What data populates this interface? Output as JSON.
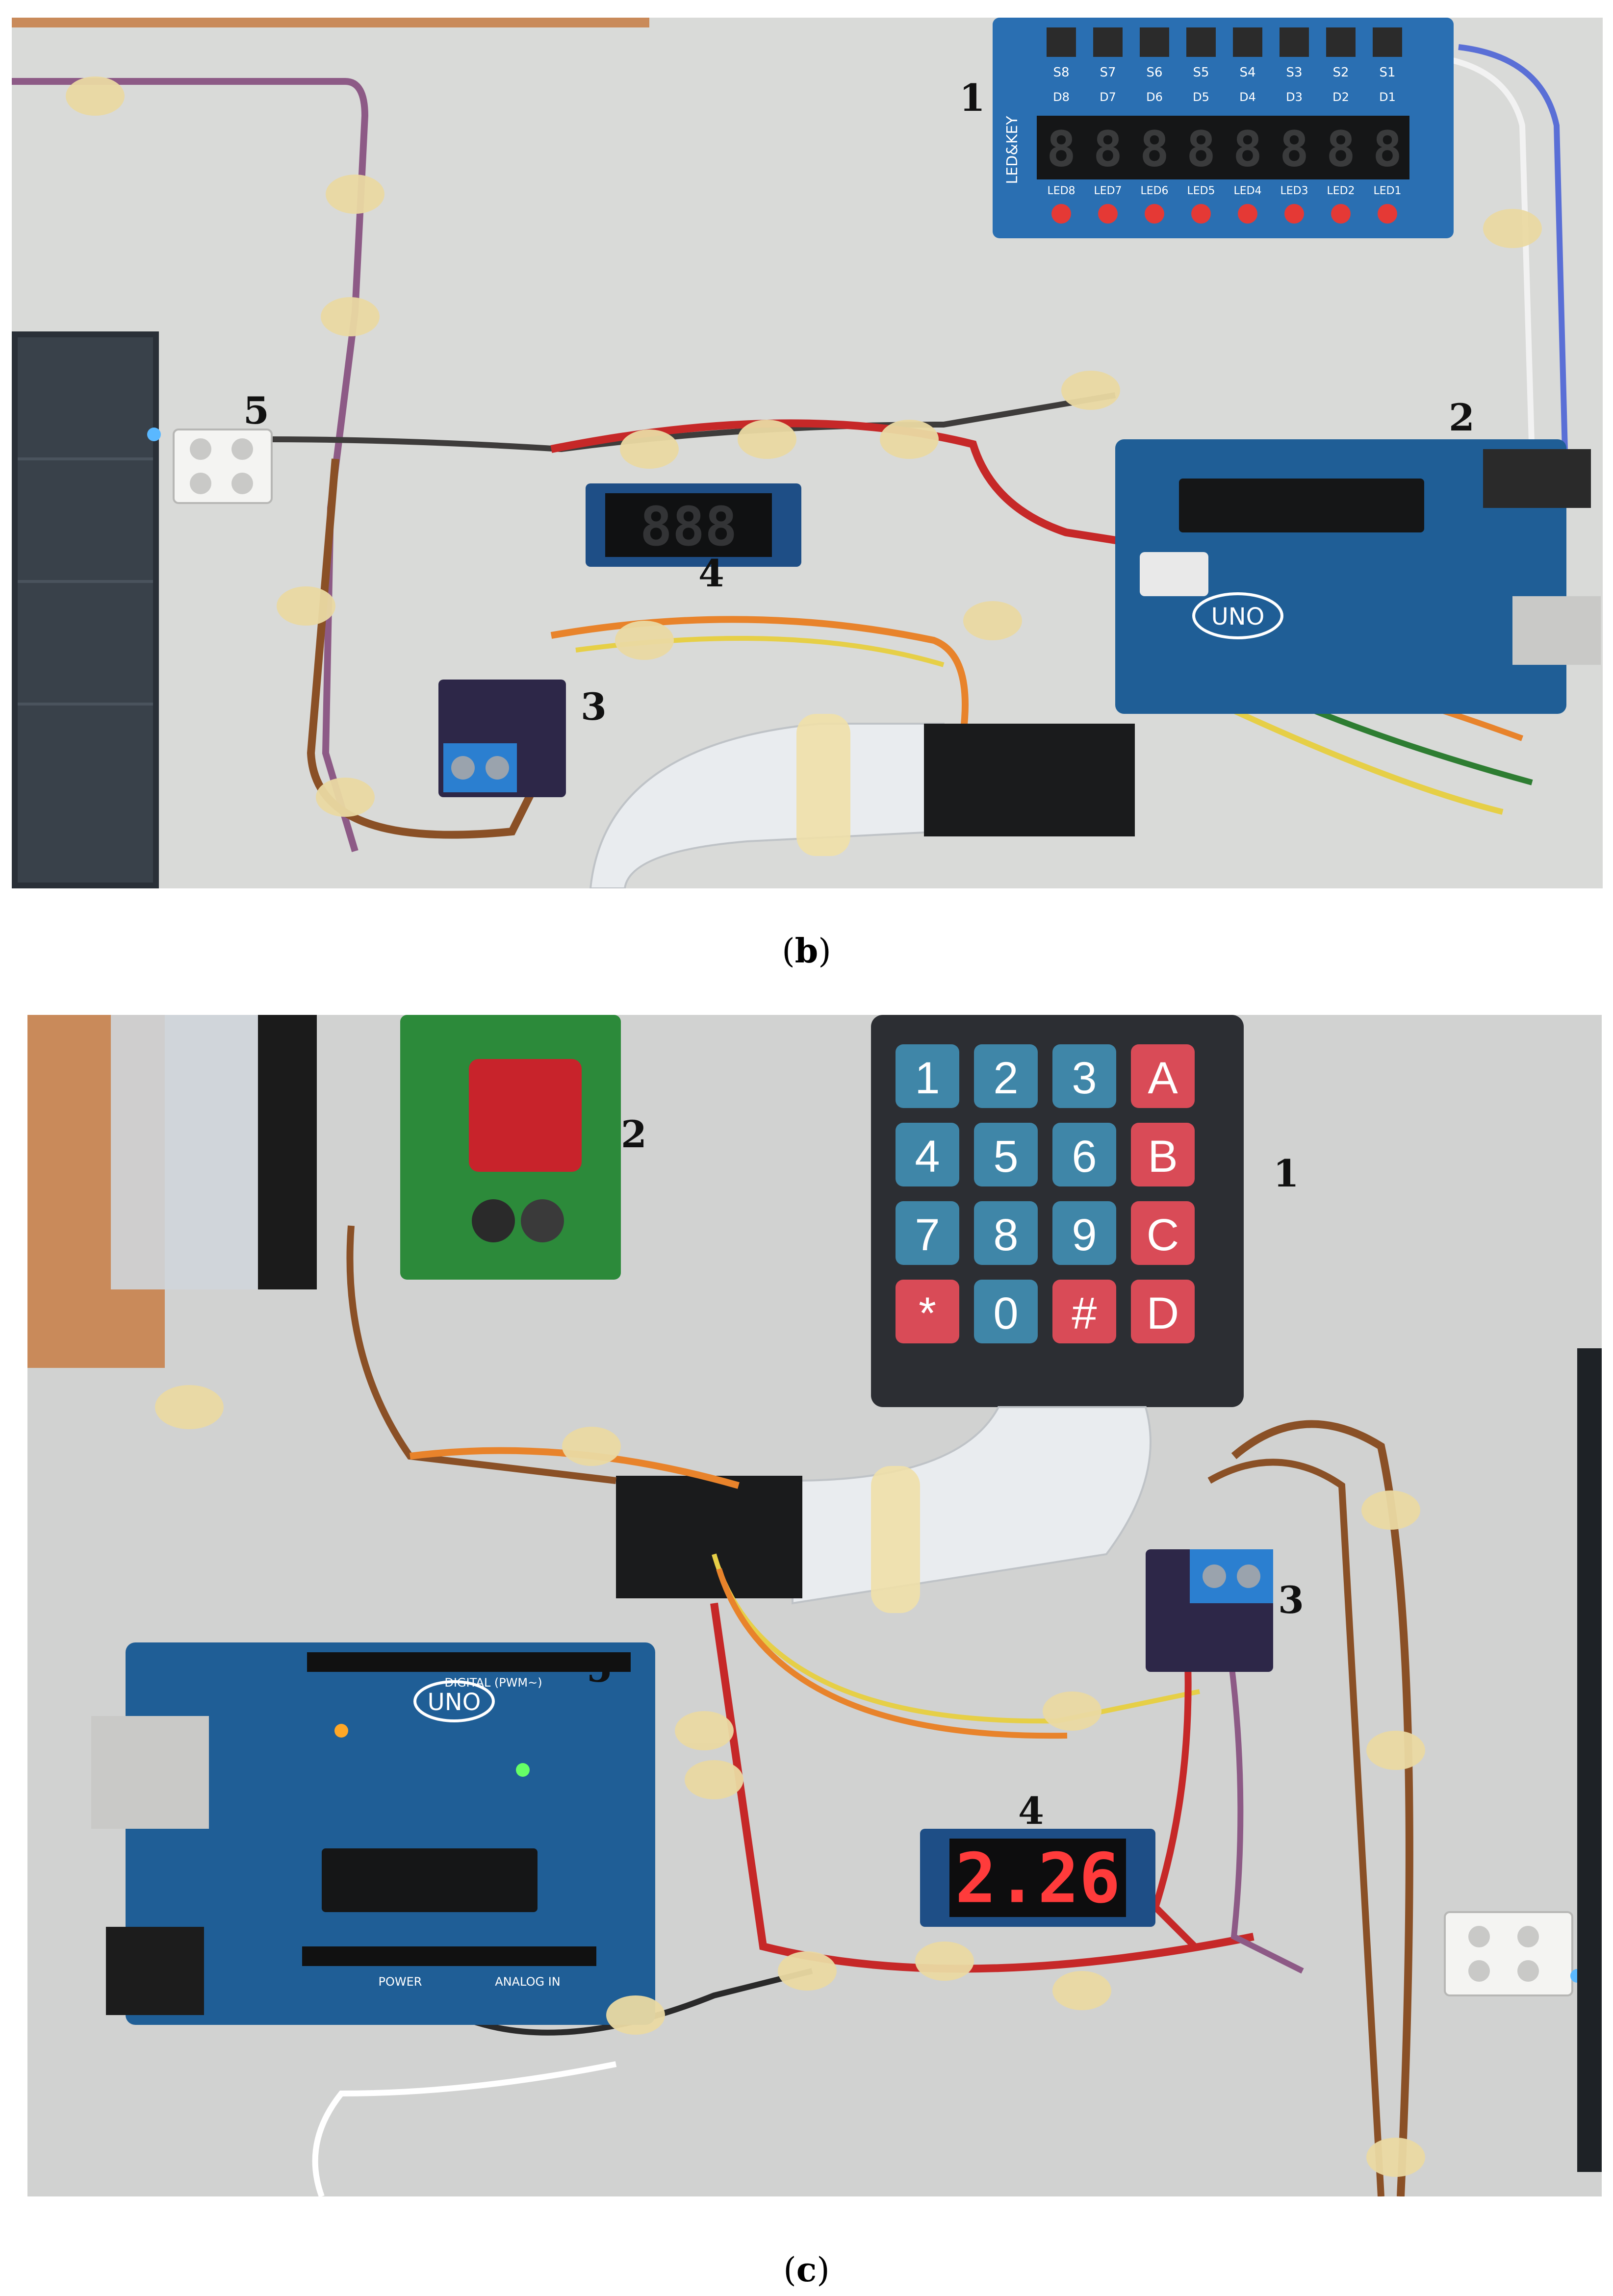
{
  "panels": {
    "b": {
      "caption": "b",
      "callouts": [
        "1",
        "2",
        "3",
        "4",
        "5"
      ],
      "board1": {
        "silk_top": [
          "S8",
          "S7",
          "S6",
          "S5",
          "S4",
          "S3",
          "S2",
          "S1"
        ],
        "silk_mid": [
          "D8",
          "D7",
          "D6",
          "D5",
          "D4",
          "D3",
          "D2",
          "D1"
        ],
        "brand": "LED&KEY",
        "leds": [
          "LED8",
          "LED7",
          "LED6",
          "LED5",
          "LED4",
          "LED3",
          "LED2",
          "LED1"
        ]
      },
      "uno_label": "UNO",
      "display_text": "888"
    },
    "c": {
      "caption": "c",
      "callouts": [
        "1",
        "2",
        "3",
        "4",
        "5"
      ],
      "keypad_keys": [
        [
          "1",
          "2",
          "3",
          "A"
        ],
        [
          "4",
          "5",
          "6",
          "B"
        ],
        [
          "7",
          "8",
          "9",
          "C"
        ],
        [
          "*",
          "0",
          "#",
          "D"
        ]
      ],
      "uno_label": "UNO",
      "uno_digital": "DIGITAL (PWM~)",
      "uno_power": "POWER",
      "uno_analog": "ANALOG IN",
      "display_text": "2.26"
    }
  },
  "colors": {
    "arduino_blue": "#1f5e96",
    "key_blue": "#3f86a8",
    "key_red": "#d94b57",
    "seg_red": "#ff3b3b",
    "board_led_key": "#2a6fb2",
    "sensor_purple": "#2d2748"
  }
}
